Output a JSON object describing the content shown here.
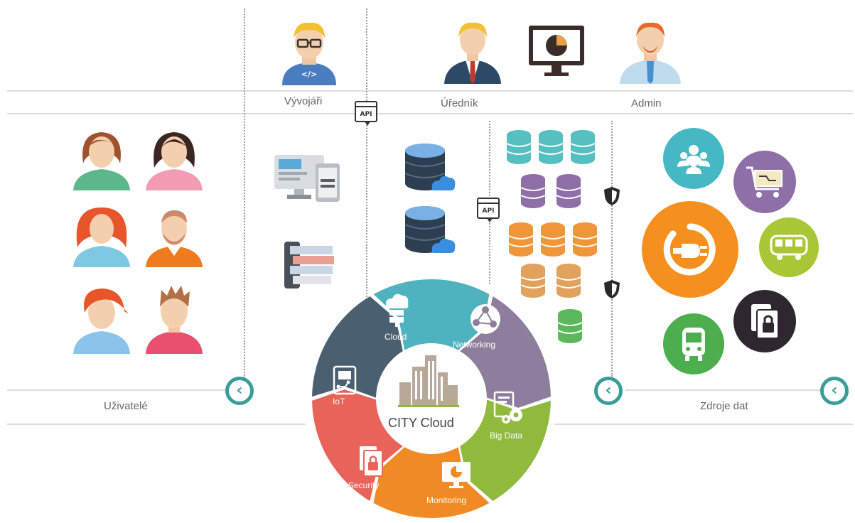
{
  "roles": {
    "developers": "Vývojáři",
    "officer": "Úředník",
    "admin": "Admin"
  },
  "sections": {
    "users": "Uživatelé",
    "data_sources": "Zdroje dat"
  },
  "api_label": "API",
  "hub": {
    "center_label": "CITY Cloud",
    "segments": [
      {
        "label": "Cloud",
        "color": "#4fb3bf"
      },
      {
        "label": "Networking",
        "color": "#8e7d9c"
      },
      {
        "label": "Big Data",
        "color": "#8fba3c"
      },
      {
        "label": "Monitoring",
        "color": "#f08a24"
      },
      {
        "label": "Security",
        "color": "#e8645a"
      },
      {
        "label": "IoT",
        "color": "#4a6070"
      }
    ]
  },
  "colors": {
    "accent": "#3a9e98",
    "teal_db": "#56c0c0",
    "purple_db": "#8e6fa8",
    "orange_db": "#f0963a",
    "tan_db": "#e0a25c",
    "green_db": "#5cb85c",
    "data_source_circles": [
      "#46b8c4",
      "#8e6fa8",
      "#f5901e",
      "#a8c636",
      "#2e2730",
      "#4cae4c"
    ]
  },
  "icons": {
    "nav_arrow": "‹",
    "shield": "shield-icon",
    "html_tag": "</>"
  }
}
